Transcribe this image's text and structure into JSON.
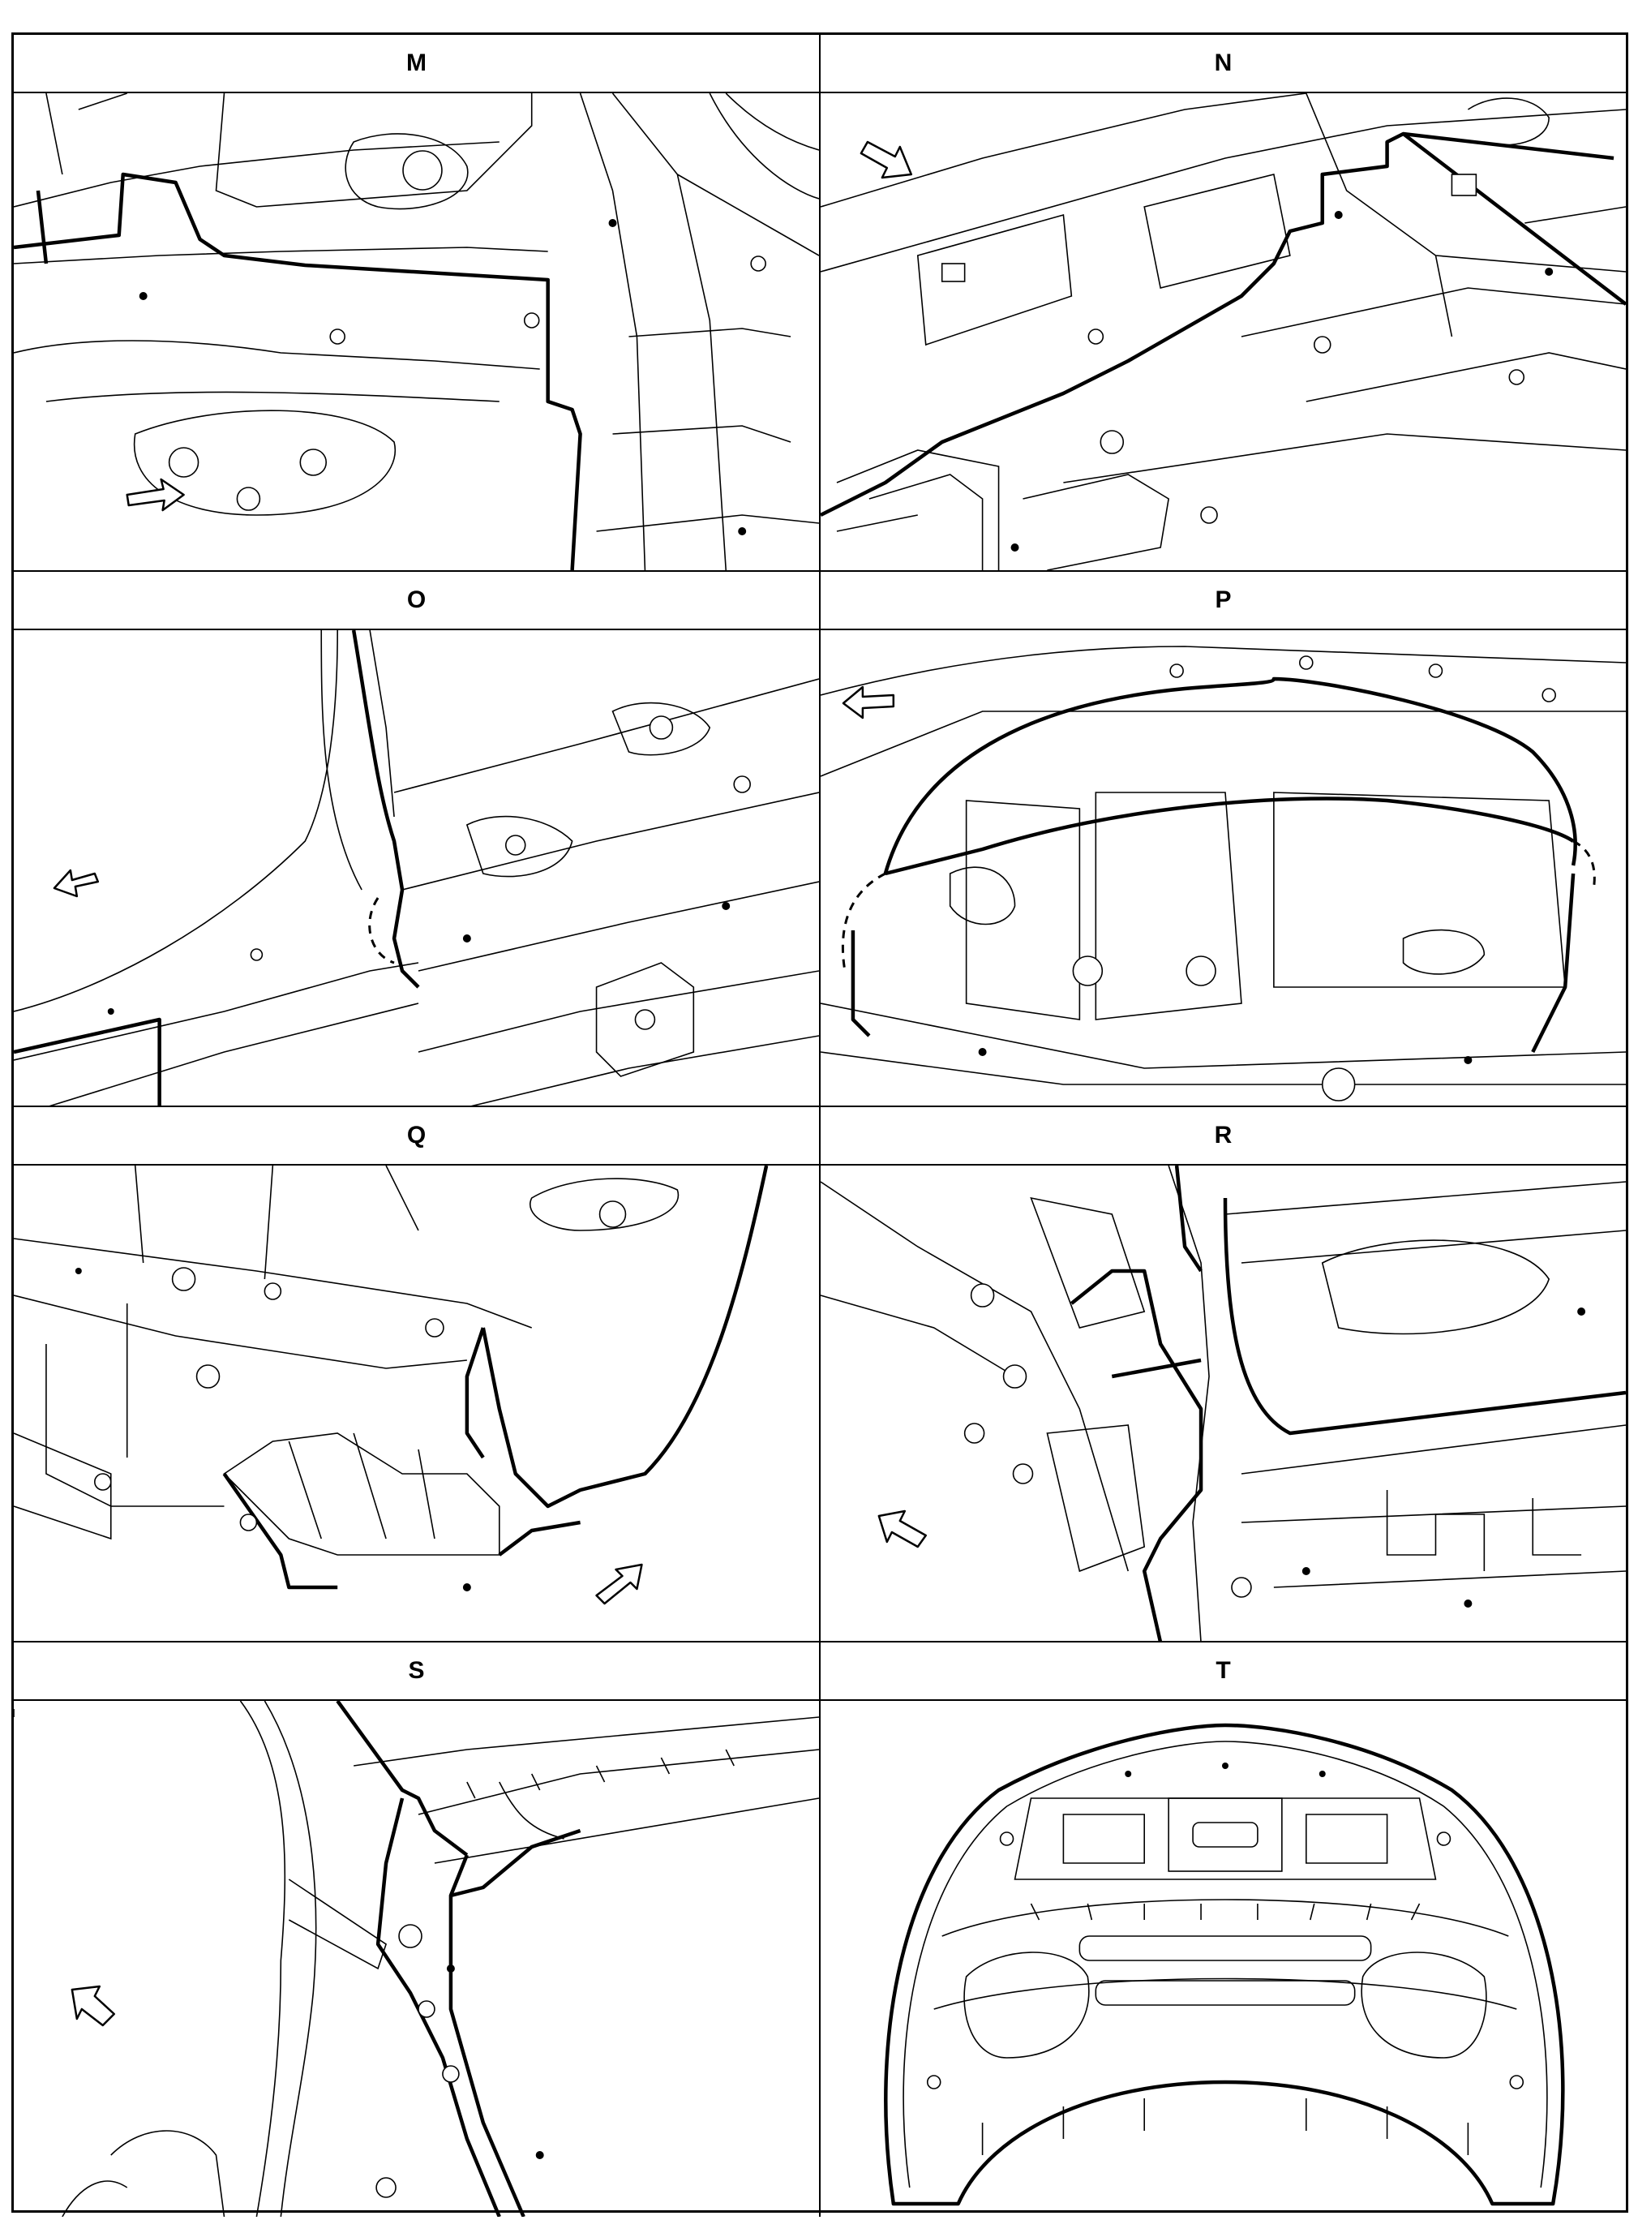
{
  "panels": [
    {
      "label": "M"
    },
    {
      "label": "N"
    },
    {
      "label": "O"
    },
    {
      "label": "P"
    },
    {
      "label": "Q"
    },
    {
      "label": "R"
    },
    {
      "label": "S"
    },
    {
      "label": "T"
    }
  ]
}
